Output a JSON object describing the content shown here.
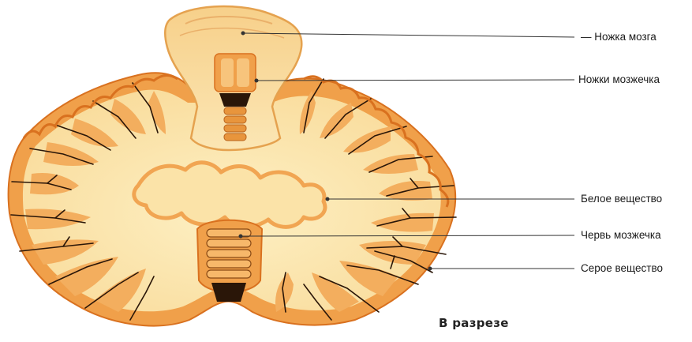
{
  "labels": [
    {
      "id": "peduncle",
      "text": "— Ножка мозга"
    },
    {
      "id": "cerebellar-peduncles",
      "text": "Ножки мозжечка"
    },
    {
      "id": "white-matter",
      "text": "Белое вещество"
    },
    {
      "id": "vermis",
      "text": "Червь мозжечка"
    },
    {
      "id": "gray-matter",
      "text": "Серое вещество"
    }
  ],
  "caption": "В разрезе",
  "colors": {
    "gray_matter": "#f0a04a",
    "white_matter": "#fbe0a6",
    "cortex_edge": "#d9711f",
    "fissure": "#2a1608",
    "leader_line": "#333333"
  }
}
